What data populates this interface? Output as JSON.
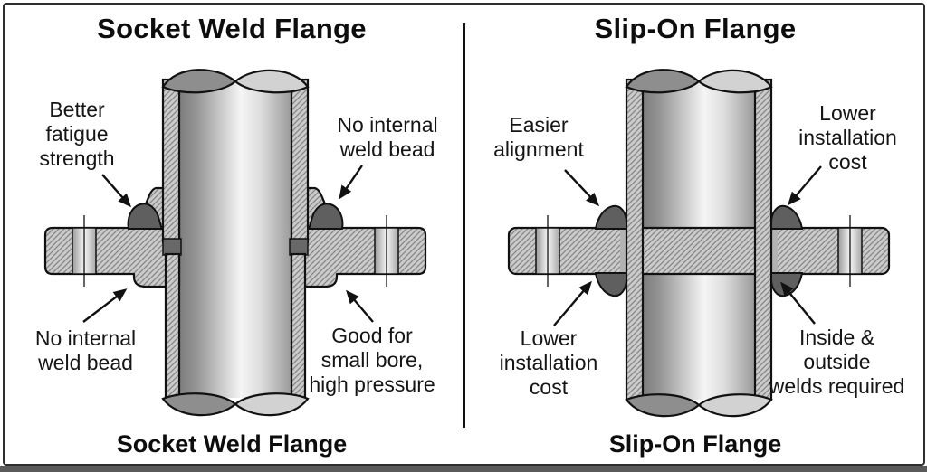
{
  "figure": {
    "type": "engineering-comparison-diagram",
    "subject": "Pipe flange weld cross-sections"
  },
  "colors": {
    "background": "#ffffff",
    "outline": "#111111",
    "border": "#2e2e2e",
    "steel_hatch_fill": "#cbcbcb",
    "hatch_line": "#868686",
    "weld_bead": "#5f5f5f",
    "socket_gap": "#686868",
    "pipe_cut_dark": "#8e8e8e",
    "pipe_cut_light": "#d2d2d2",
    "clearance_gap": "#b3b3b3"
  },
  "panels": [
    {
      "id": "socket-weld",
      "title": "Socket Weld Flange",
      "caption": "Socket Weld Flange",
      "annotations": {
        "top_left": "Better\nfatigue\nstrength",
        "top_right": "No internal\nweld bead",
        "bottom_left": "No internal\nweld bead",
        "bottom_right": "Good for\nsmall bore,\nhigh pressure"
      }
    },
    {
      "id": "slip-on",
      "title": "Slip-On Flange",
      "caption": "Slip-On Flange",
      "annotations": {
        "top_left": "Easier\nalignment",
        "top_right": "Lower\ninstallation\ncost",
        "bottom_left": "Lower\ninstallation\ncost",
        "bottom_right": "Inside &\noutside\nwelds required"
      }
    }
  ]
}
